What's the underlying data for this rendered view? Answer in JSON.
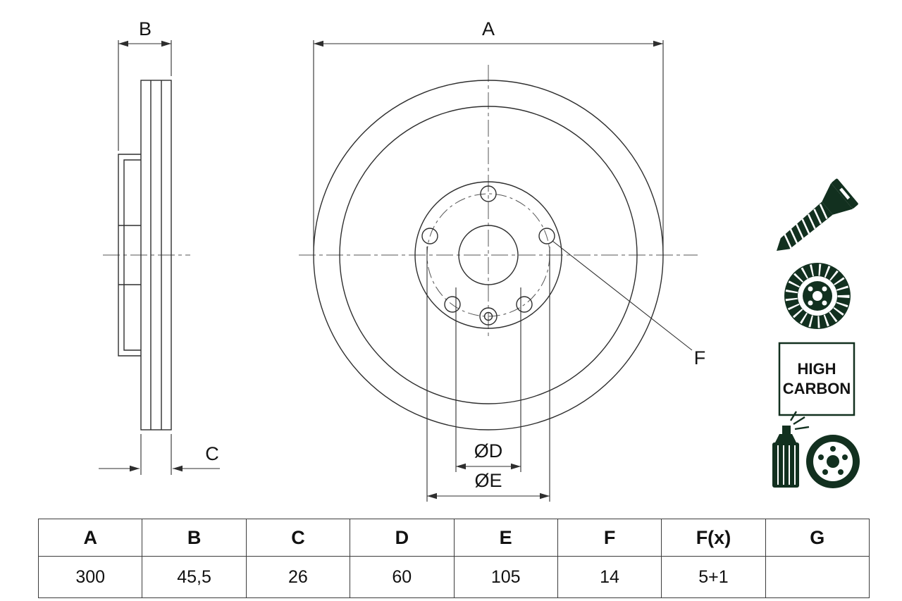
{
  "drawing": {
    "labels": {
      "a": "A",
      "b": "B",
      "c": "C",
      "d": "ØD",
      "e": "ØE",
      "f": "F"
    }
  },
  "icons": {
    "screw": "countersunk-screw-icon",
    "disc": "vented-brake-disc-icon",
    "spray": "spray-can-coating-icon",
    "high_carbon": {
      "line1": "HIGH",
      "line2": "CARBON"
    }
  },
  "table": {
    "headers": [
      "A",
      "B",
      "C",
      "D",
      "E",
      "F",
      "F(x)",
      "G"
    ],
    "values": [
      "300",
      "45,5",
      "26",
      "60",
      "105",
      "14",
      "5+1",
      ""
    ]
  },
  "colors": {
    "line": "#2e2e2e",
    "centerline": "#555555",
    "icon": "#12301f",
    "text": "#141414"
  }
}
